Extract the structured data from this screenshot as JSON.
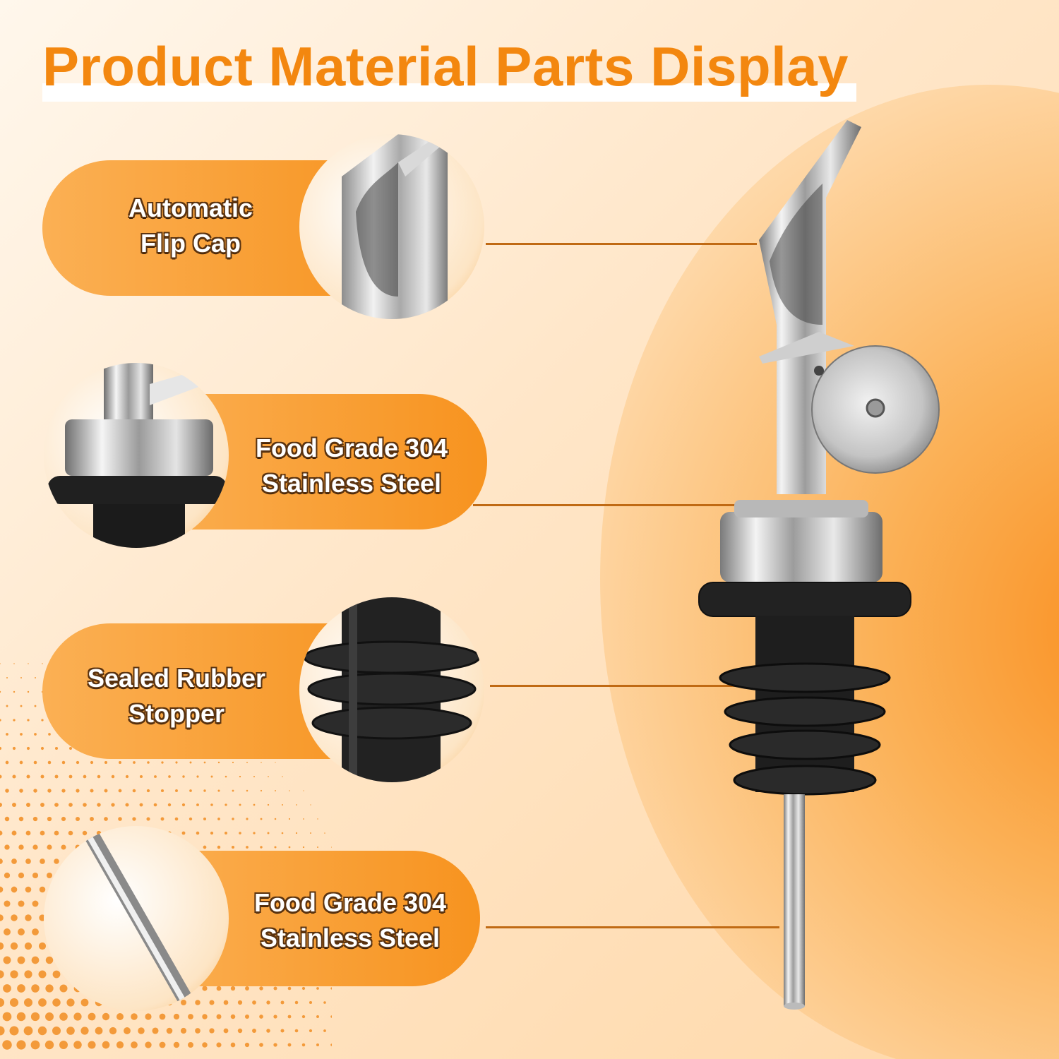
{
  "title": "Product Material Parts Display",
  "callouts": [
    {
      "line1": "Automatic",
      "line2": "Flip Cap"
    },
    {
      "line1": "Food Grade 304",
      "line2": "Stainless Steel"
    },
    {
      "line1": "Sealed Rubber",
      "line2": "Stopper"
    },
    {
      "line1": "Food Grade 304",
      "line2": "Stainless Steel"
    }
  ],
  "colors": {
    "accent": "#f3870f",
    "pill": "#f7931f",
    "leader": "#c06a14",
    "rubber": "#1f1f1f",
    "steel": "#c8c8c8"
  }
}
